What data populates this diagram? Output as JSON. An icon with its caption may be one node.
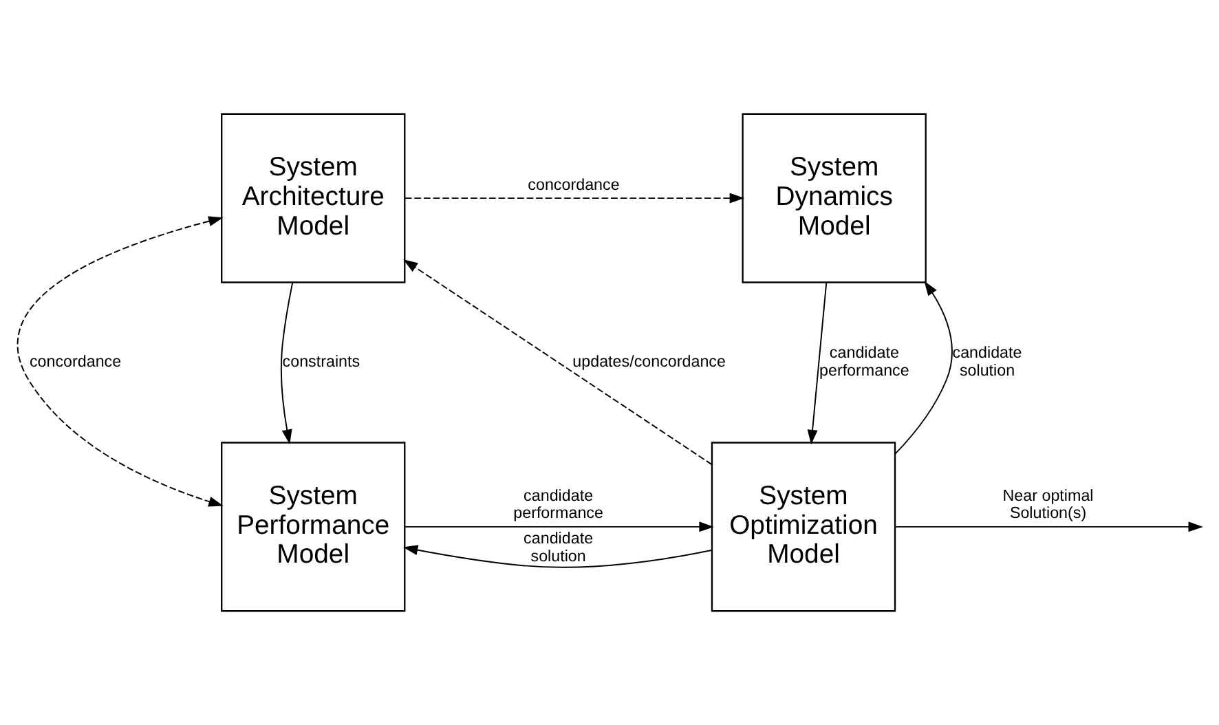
{
  "diagram": {
    "nodes": [
      {
        "text": [
          "System Architecture Model"
        ]
      },
      {
        "text": [
          "System Dynamics Model"
        ]
      },
      {
        "text": [
          "System Performance Model"
        ]
      },
      {
        "text": [
          "System Optimization Model"
        ]
      }
    ],
    "edges": [
      {
        "from": 0,
        "to": 1,
        "arrow": "to",
        "label": "concordance",
        "style": "dashed"
      },
      {
        "from": 0,
        "to": 2,
        "arrow": "both",
        "label": "concordance",
        "style": "dashed"
      },
      {
        "from": 0,
        "to": 2,
        "arrow": "to",
        "label": "constraints"
      },
      {
        "from": 1,
        "to": 3,
        "arrow": "to",
        "label": "candidate performance"
      },
      {
        "from": 3,
        "to": 1,
        "arrow": "to",
        "label": "candidate solution"
      },
      {
        "from": 3,
        "to": 2,
        "arrow": "to",
        "label": "candidate solution"
      },
      {
        "from": 2,
        "to": 3,
        "arrow": "to",
        "label": "candidate performance"
      },
      {
        "from": 3,
        "to": null,
        "arrow": "to",
        "label": "Near optimal Solution(s)"
      },
      {
        "from": 3,
        "to": 0,
        "arrow": "to",
        "label": "updates/concordance",
        "style": "dashed"
      }
    ]
  }
}
